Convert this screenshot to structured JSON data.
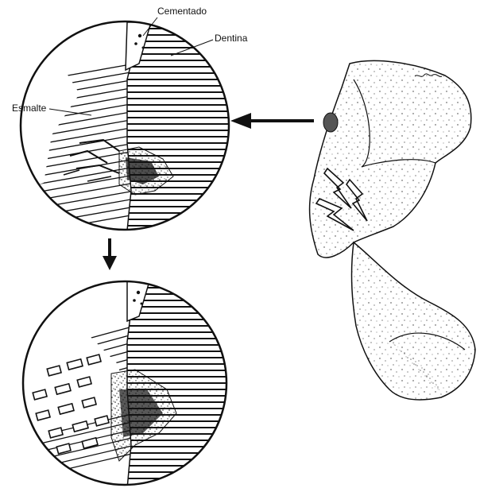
{
  "labels": {
    "cementado": "Cementado",
    "dentina": "Dentina",
    "esmalte": "Esmalte"
  },
  "icons": {
    "arrow_left": "arrow-left-icon",
    "arrow_down": "arrow-down-icon",
    "lightning": "lightning-bolt-icon"
  },
  "colors": {
    "ink": "#111111",
    "paper": "#ffffff"
  }
}
